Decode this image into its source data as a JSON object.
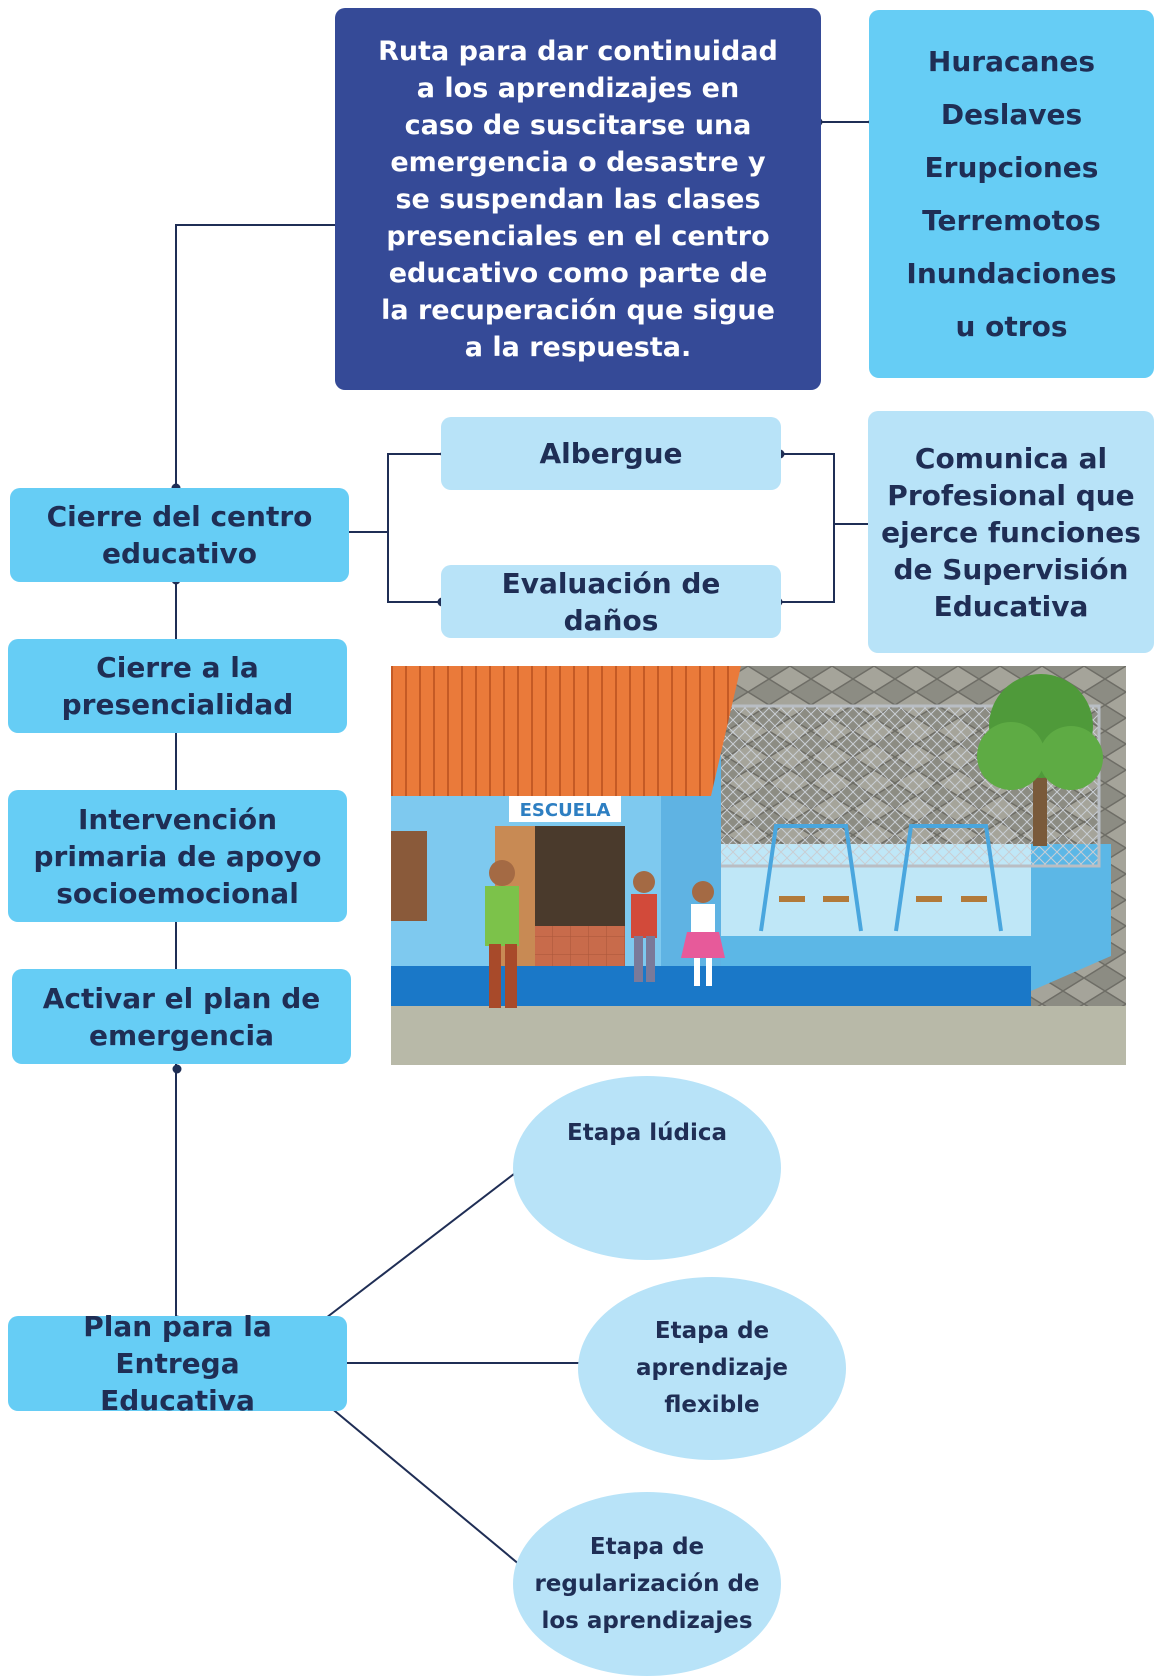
{
  "title_box": {
    "lines": [
      "Ruta para dar continuidad",
      "a los aprendizajes en",
      "caso de suscitarse una",
      "emergencia o desastre y",
      "se suspendan las clases",
      "presenciales  en el centro",
      "educativo como parte de",
      "la recuperación que sigue",
      "a la respuesta."
    ]
  },
  "hazards": [
    "Huracanes",
    "Deslaves",
    "Erupciones",
    "Terremotos",
    "Inundaciones",
    "u otros"
  ],
  "closure": {
    "lines": [
      "Cierre del centro",
      "educativo"
    ],
    "albergue": "Albergue",
    "evaluacion": "Evaluación de daños",
    "comunica_lines": [
      "Comunica al",
      "Profesional que",
      "ejerce funciones",
      "de Supervisión",
      "Educativa"
    ]
  },
  "steps": {
    "presencialidad": [
      "Cierre a la",
      "presencialidad"
    ],
    "intervencion": [
      "Intervención",
      "primaria de apoyo",
      "socioemocional"
    ],
    "activar": [
      "Activar el plan de",
      "emergencia"
    ],
    "plan": [
      "Plan para la Entrega",
      "Educativa"
    ]
  },
  "etapas": {
    "ludica": [
      "Etapa lúdica"
    ],
    "flexible": [
      "Etapa de",
      "aprendizaje",
      "flexible"
    ],
    "regularizacion": [
      "Etapa de",
      "regularización de",
      "los aprendizajes"
    ]
  },
  "illustration": {
    "sign": "ESCUELA"
  },
  "colors": {
    "dark_blue": "#354a97",
    "cyan": "#66cdf5",
    "pale_blue": "#b8e3f8",
    "connector": "#1f2e55"
  }
}
